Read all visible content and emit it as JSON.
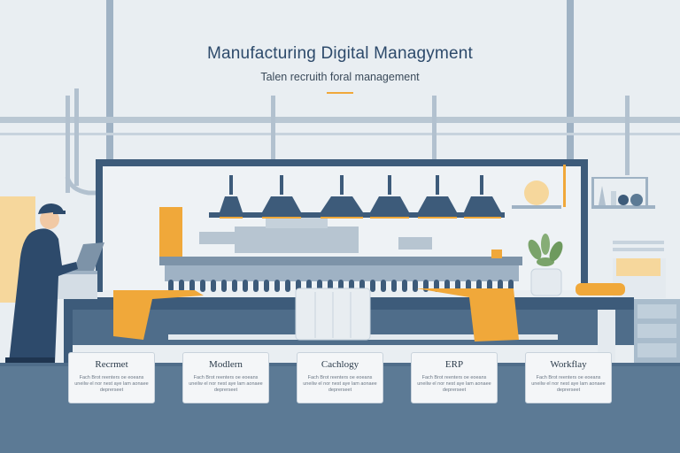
{
  "header": {
    "title": "Manufacturing Digital Managyment",
    "subtitle": "Talen recruith foral management"
  },
  "cards": [
    {
      "title": "Recrmet",
      "text": "Fach Brot reenters oe eoeans uneilw el nor nest aye lam aonaee deprerseet"
    },
    {
      "title": "Modlern",
      "text": "Fach Brot reenters oe eoeans uneilw el nor nest aye lam aonaee deprerseet"
    },
    {
      "title": "Cachlogy",
      "text": "Fach Brot reenters oe eoeans uneilw el nor nest aye lam aonaee deprerseet"
    },
    {
      "title": "ERP",
      "text": "Fach Brot reenters oe eoeans uneilw el nor nest aye lam aonaee deprerseet"
    },
    {
      "title": "Workflay",
      "text": "Fach Brot reenters oe eoeans uneilw el nor nest aye lam aonaee deprerseet"
    }
  ],
  "colors": {
    "navy": "#2d4a6b",
    "accent_orange": "#f0a83a",
    "background": "#e9eef2",
    "floor": "#5c7a95"
  }
}
